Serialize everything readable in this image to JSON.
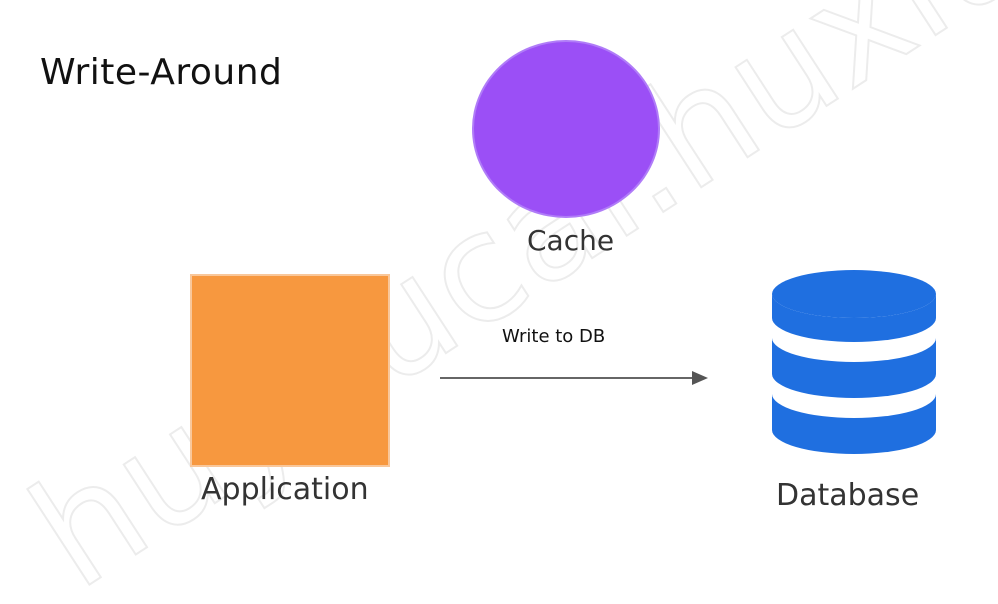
{
  "title": "Write-Around",
  "nodes": {
    "cache": {
      "label": "Cache",
      "color": "#9b4ff6"
    },
    "application": {
      "label": "Application",
      "color": "#f7983f"
    },
    "database": {
      "label": "Database",
      "color": "#1f6fe0",
      "icon": "database-icon"
    }
  },
  "edges": [
    {
      "from": "application",
      "to": "database",
      "label": "Write to DB"
    }
  ],
  "watermark": "huyoucai.huxiu"
}
